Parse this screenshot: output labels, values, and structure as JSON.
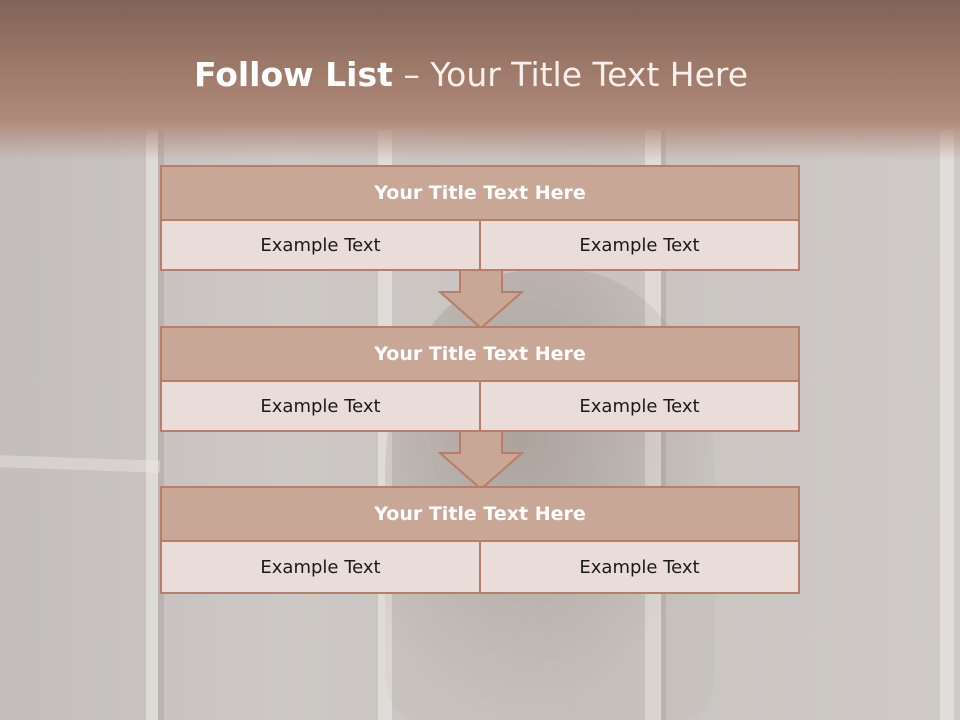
{
  "slide": {
    "title_bold": "Follow List",
    "title_rest": " – Your Title Text Here"
  },
  "colors": {
    "header_band": "#9c7868",
    "block_title_fill": "#c8a797",
    "block_border": "#b77e6a",
    "cell_fill": "#eaddd9"
  },
  "blocks": [
    {
      "title": "Your Title Text Here",
      "left": "Example Text",
      "right": "Example Text"
    },
    {
      "title": "Your Title Text Here",
      "left": "Example Text",
      "right": "Example Text"
    },
    {
      "title": "Your Title Text Here",
      "left": "Example Text",
      "right": "Example Text"
    }
  ]
}
